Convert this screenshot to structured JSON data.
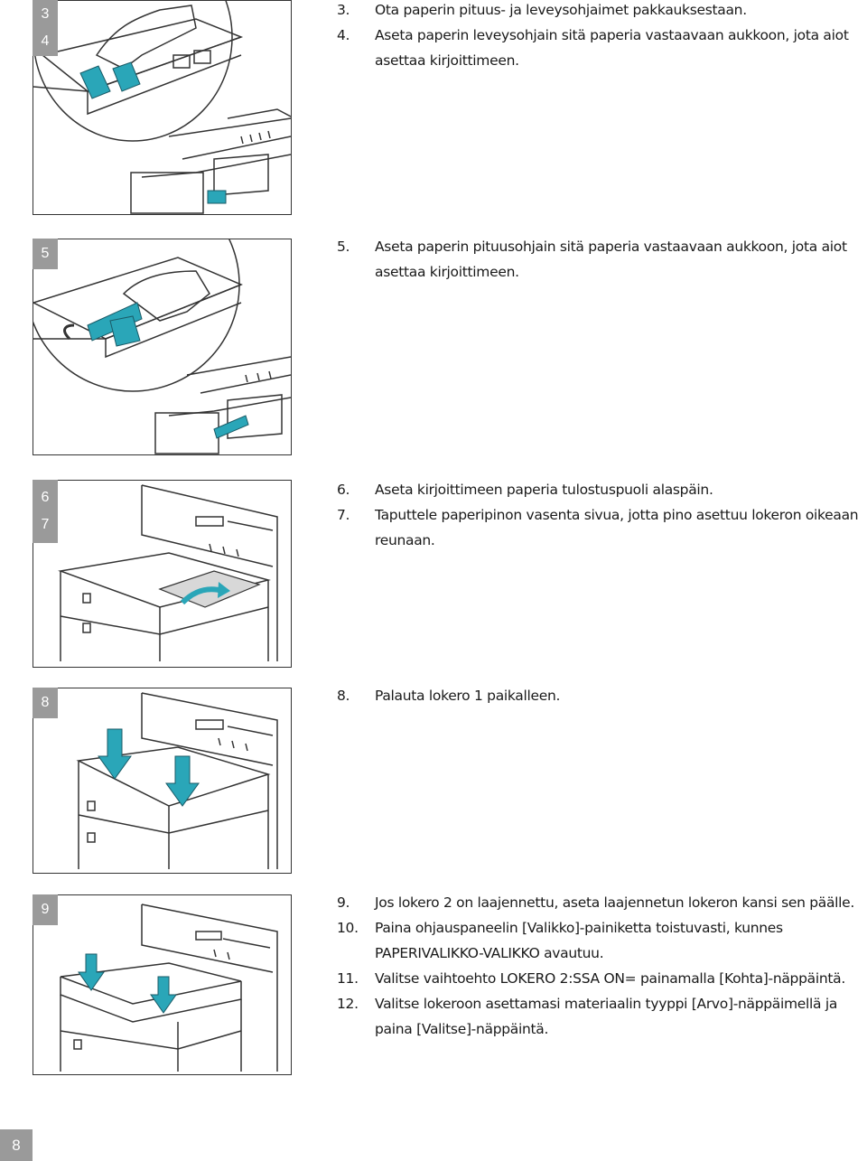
{
  "page_number": "8",
  "sections": [
    {
      "tab_labels": [
        "3",
        "4"
      ],
      "steps": [
        {
          "num": "3.",
          "text": "Ota paperin pituus- ja leveysohjaimet pakkauksestaan."
        },
        {
          "num": "4.",
          "text": "Aseta paperin leveysohjain sitä paperia vastaavaan aukkoon, jota aiot asettaa kirjoittimeen."
        }
      ]
    },
    {
      "tab_labels": [
        "5"
      ],
      "steps": [
        {
          "num": "5.",
          "text": "Aseta paperin pituusohjain sitä paperia vastaavaan aukkoon, jota aiot asettaa kirjoittimeen."
        }
      ]
    },
    {
      "tab_labels": [
        "6",
        "7"
      ],
      "steps": [
        {
          "num": "6.",
          "text": "Aseta kirjoittimeen paperia tulostuspuoli alaspäin."
        },
        {
          "num": "7.",
          "text": "Taputtele paperipinon vasenta sivua, jotta pino asettuu lokeron oikeaan reunaan."
        }
      ]
    },
    {
      "tab_labels": [
        "8"
      ],
      "steps": [
        {
          "num": "8.",
          "text": "Palauta lokero 1 paikalleen."
        }
      ]
    },
    {
      "tab_labels": [
        "9"
      ],
      "steps": [
        {
          "num": "9.",
          "text": "Jos lokero 2 on laajennettu, aseta laajennetun lokeron kansi sen päälle."
        },
        {
          "num": "10.",
          "text": "Paina ohjauspaneelin [Valikko]-painiketta toistuvasti, kunnes PAPERIVALIKKO-VALIKKO avautuu."
        },
        {
          "num": "11.",
          "text": "Valitse vaihtoehto LOKERO 2:SSA ON= painamalla [Kohta]-näppäintä."
        },
        {
          "num": "12.",
          "text": "Valitse lokeroon asettamasi materiaalin tyyppi [Arvo]-näppäimellä ja paina [Valitse]-näppäintä."
        }
      ]
    }
  ],
  "colors": {
    "accent": "#2aa6b8",
    "tab": "#9a9a9a",
    "line": "#333333"
  }
}
